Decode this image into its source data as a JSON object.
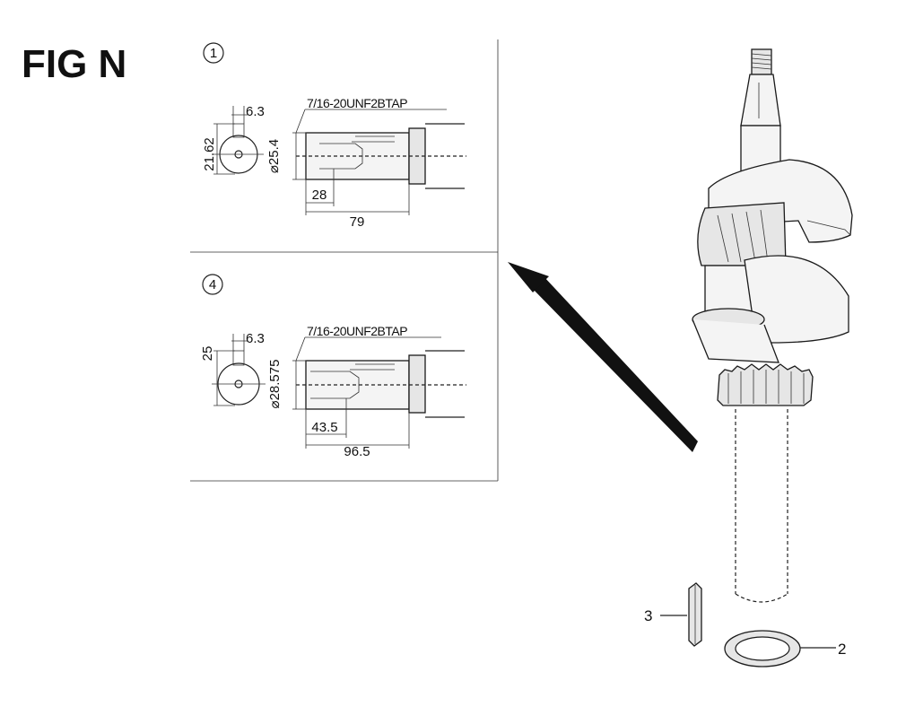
{
  "figure": {
    "title": "FIG N"
  },
  "detail_1": {
    "number": "1",
    "dim_height": "21.62",
    "dim_key_width": "6.3",
    "thread_note": "7/16-20UNF2BTAP",
    "dim_diameter": "⌀25.4",
    "dim_depth": "28",
    "dim_length": "79"
  },
  "detail_4": {
    "number": "4",
    "dim_height": "25",
    "dim_key_width": "6.3",
    "thread_note": "7/16-20UNF2BTAP",
    "dim_diameter": "⌀28.575",
    "dim_depth": "43.5",
    "dim_length": "96.5"
  },
  "callouts": {
    "key": "3",
    "washer": "2"
  }
}
